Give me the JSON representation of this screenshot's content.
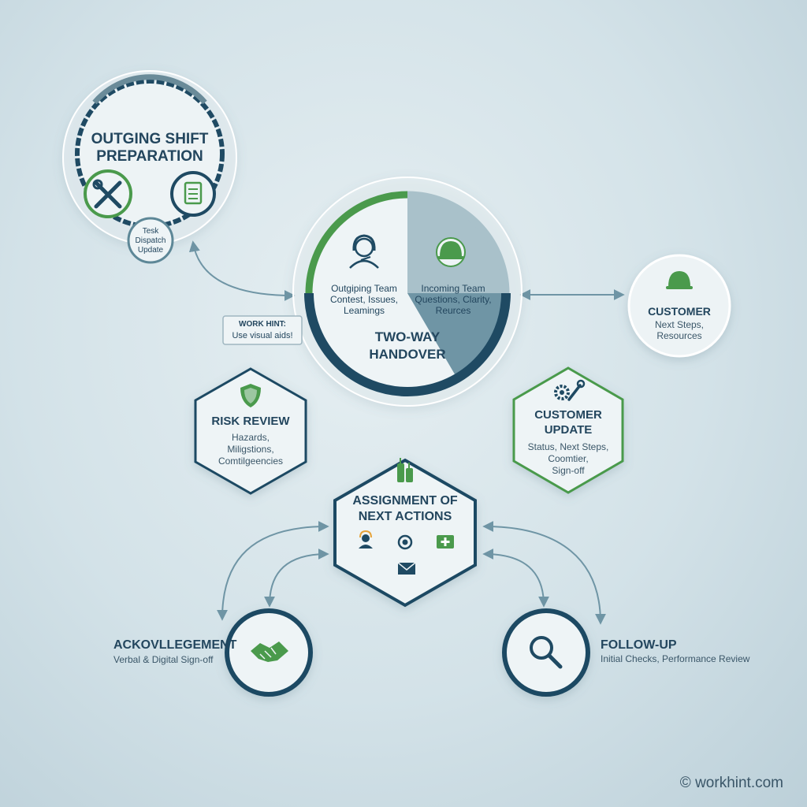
{
  "colors": {
    "navy": "#1f4a63",
    "teal": "#5d8797",
    "green": "#4a9a4c",
    "light": "#eef4f6"
  },
  "prep": {
    "title_line1": "OUTGING SHIFT",
    "title_line2": "PREPARATION",
    "badge_line1": "Tesk",
    "badge_line2": "Dispatch",
    "badge_line3": "Update",
    "icons": [
      "wrench-screwdriver-icon",
      "clipboard-icon"
    ]
  },
  "handover": {
    "outgoing_line1": "Outgiping Team",
    "outgoing_line2": "Contest, Issues,",
    "outgoing_line3": "Leamings",
    "incoming_line1": "Incoming Team",
    "incoming_line2": "Questions, Clarity,",
    "incoming_line3": "Reurces",
    "title_line1": "TWO-WAY",
    "title_line2": "HANDOVER",
    "icons": [
      "headset-person-icon",
      "hard-hat-icon"
    ]
  },
  "hint": {
    "label": "WORK HINT:",
    "text": "Use visual aids!"
  },
  "customer": {
    "title": "CUSTOMER",
    "line1": "Next Steps,",
    "line2": "Resources",
    "icon": "hard-hat-icon"
  },
  "risk": {
    "title": "RISK REVIEW",
    "line1": "Hazards,",
    "line2": "Miligstions,",
    "line3": "Comtilgeencies",
    "icon": "shield-icon"
  },
  "customer_update": {
    "title_line1": "CUSTOMER",
    "title_line2": "UPDATE",
    "line1": "Status, Next Steps,",
    "line2": "Coomtier,",
    "line3": "Sign-off",
    "icon": "gears-wrench-icon"
  },
  "assignment": {
    "title_line1": "ASSIGNMENT OF",
    "title_line2": "NEXT ACTIONS",
    "icons": [
      "radio-icon",
      "person-icon",
      "play-record-icon",
      "first-aid-icon",
      "envelope-icon"
    ]
  },
  "ack": {
    "title": "ACKOVLLEGEMENT",
    "line1": "Verbal & Digital Sign-off",
    "icon": "handshake-icon"
  },
  "followup": {
    "title": "FOLLOW-UP",
    "line1": "Initial Checks, Performance Review",
    "icon": "magnifier-icon"
  },
  "footer": {
    "copyright": "© workhint.com"
  }
}
